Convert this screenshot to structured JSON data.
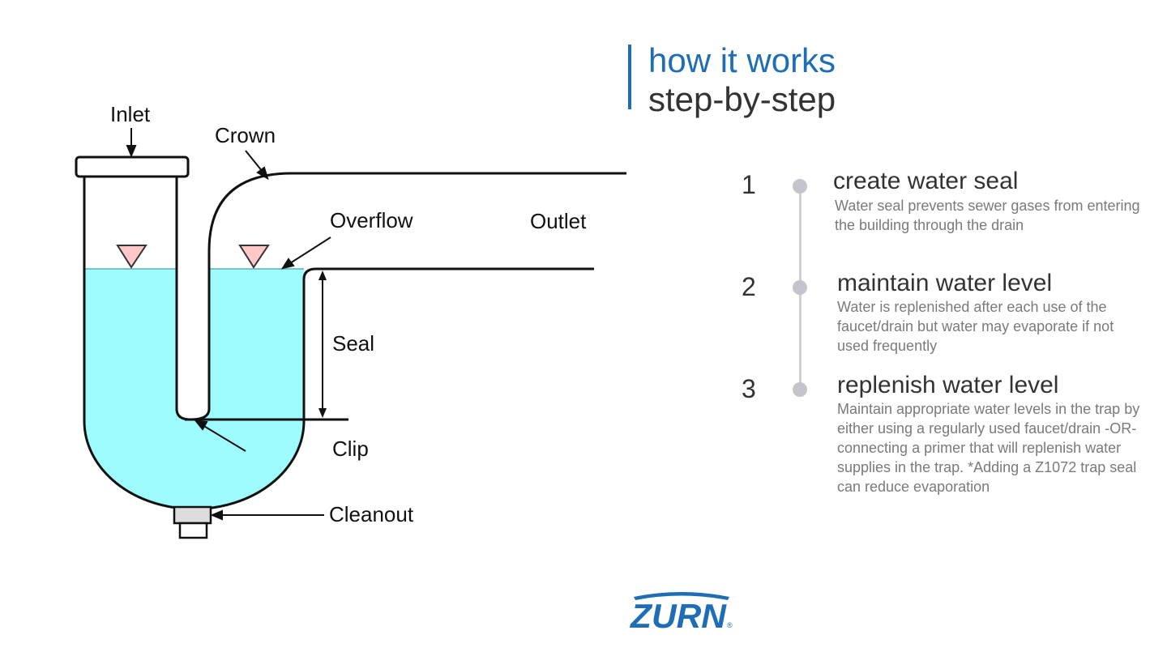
{
  "heading": {
    "line1": "how it works",
    "line2": "step-by-step"
  },
  "diagram": {
    "labels": {
      "inlet": "Inlet",
      "crown": "Crown",
      "overflow": "Overflow",
      "outlet": "Outlet",
      "seal": "Seal",
      "clip": "Clip",
      "cleanout": "Cleanout"
    },
    "colors": {
      "water": "#9ffcfe",
      "marker": "#ffc8c8"
    }
  },
  "steps": [
    {
      "number": "1",
      "title": "create water seal",
      "description": "Water seal prevents sewer gases from entering the building through the drain"
    },
    {
      "number": "2",
      "title": "maintain water level",
      "description": "Water is replenished after each use of the faucet/drain but water may evaporate if not used frequently"
    },
    {
      "number": "3",
      "title": "replenish water level",
      "description": "Maintain appropriate water levels in the trap by either using a regularly used faucet/drain -OR- connecting a primer that will replenish water supplies in the trap. *Adding a Z1072 trap seal can reduce evaporation"
    }
  ],
  "brand": {
    "logo_text": "ZURN",
    "mark": "®",
    "color": "#1f6db5"
  }
}
